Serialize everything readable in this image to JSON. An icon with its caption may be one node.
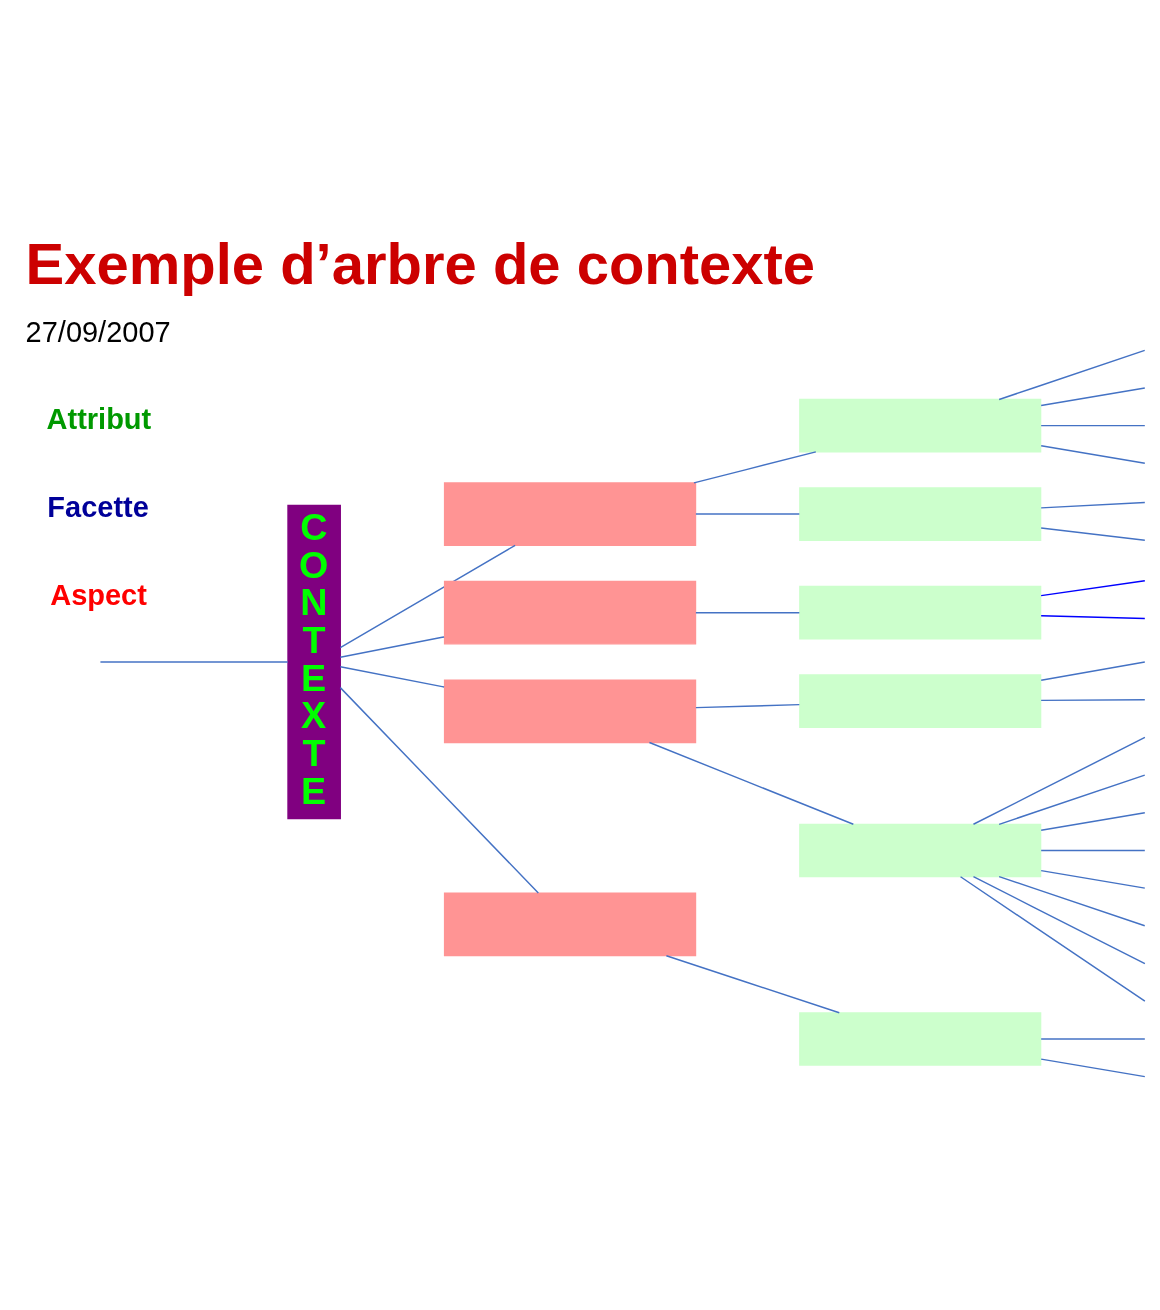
{
  "diagram": {
    "title": "Exemple d’arbre de contexte",
    "nodes": [
      {
        "text": [
          "CONTEXTE"
        ]
      },
      {
        "text": [],
        "shape": "box"
      },
      {
        "text": [],
        "shape": "box"
      },
      {
        "text": [],
        "shape": "box"
      },
      {
        "text": [],
        "shape": "box"
      },
      {
        "text": [],
        "shape": "box"
      },
      {
        "text": [],
        "shape": "box"
      },
      {
        "text": [],
        "shape": "box"
      },
      {
        "text": [],
        "shape": "box"
      },
      {
        "text": [],
        "shape": "box"
      },
      {
        "text": [],
        "shape": "box"
      }
    ],
    "edges": [
      {
        "from": null,
        "to": 0,
        "arrow": "none"
      },
      {
        "from": 0,
        "to": 1,
        "arrow": "none"
      },
      {
        "from": 0,
        "to": 2,
        "arrow": "none"
      },
      {
        "from": 0,
        "to": 3,
        "arrow": "none"
      },
      {
        "from": 0,
        "to": 4,
        "arrow": "none"
      },
      {
        "from": 1,
        "to": 5,
        "arrow": "none"
      },
      {
        "from": 1,
        "to": 6,
        "arrow": "none"
      },
      {
        "from": 2,
        "to": 7,
        "arrow": "none"
      },
      {
        "from": 3,
        "to": 8,
        "arrow": "none"
      },
      {
        "from": 3,
        "to": 9,
        "arrow": "none"
      },
      {
        "from": 4,
        "to": 10,
        "arrow": "none"
      },
      {
        "from": 5,
        "to": null,
        "arrow": "none"
      },
      {
        "from": 5,
        "to": null,
        "arrow": "none"
      },
      {
        "from": 5,
        "to": null,
        "arrow": "none"
      },
      {
        "from": 5,
        "to": null,
        "arrow": "none"
      },
      {
        "from": 6,
        "to": null,
        "arrow": "none"
      },
      {
        "from": 6,
        "to": null,
        "arrow": "none"
      },
      {
        "from": 7,
        "to": null,
        "arrow": "none",
        "color": "#0000ff"
      },
      {
        "from": 7,
        "to": null,
        "arrow": "none",
        "color": "#0000ff"
      },
      {
        "from": 8,
        "to": null,
        "arrow": "none"
      },
      {
        "from": 8,
        "to": null,
        "arrow": "none"
      },
      {
        "from": 9,
        "to": null,
        "arrow": "none"
      },
      {
        "from": 9,
        "to": null,
        "arrow": "none"
      },
      {
        "from": 9,
        "to": null,
        "arrow": "none"
      },
      {
        "from": 9,
        "to": null,
        "arrow": "none"
      },
      {
        "from": 9,
        "to": null,
        "arrow": "none"
      },
      {
        "from": 9,
        "to": null,
        "arrow": "none"
      },
      {
        "from": 9,
        "to": null,
        "arrow": "none"
      },
      {
        "from": 9,
        "to": null,
        "arrow": "none"
      },
      {
        "from": 10,
        "to": null,
        "arrow": "none"
      },
      {
        "from": 10,
        "to": null,
        "arrow": "none"
      }
    ],
    "labels": [
      "Aspect",
      "Facette",
      "Attribut",
      "27/09/2007"
    ]
  }
}
